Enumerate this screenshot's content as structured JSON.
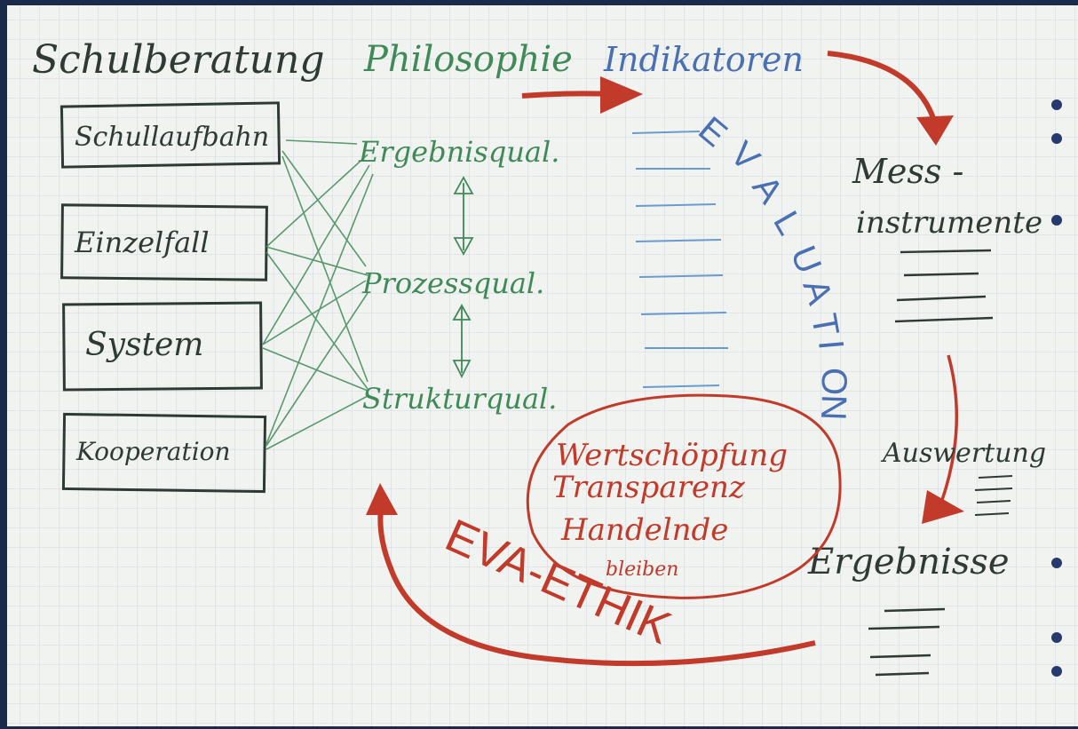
{
  "headings": {
    "schulberatung": "Schulberatung",
    "philosophie": "Philosophie",
    "indikatoren": "Indikatoren"
  },
  "boxes": [
    "Schullaufbahn",
    "Einzelfall",
    "System",
    "Kooperation"
  ],
  "quality": {
    "ergebnis": "Ergebnisqual.",
    "prozess": "Prozessqual.",
    "struktur": "Strukturqual."
  },
  "evaluation_letters": [
    "E",
    "V",
    "A",
    "L",
    "U",
    "A",
    "T",
    "I",
    "O",
    "N"
  ],
  "mess": {
    "line1": "Mess -",
    "line2": "instrumente"
  },
  "auswertung": "Auswertung",
  "ergebnisse": "Ergebnisse",
  "ellipse": {
    "line1": "Wertschöpfung",
    "line2": "Transparenz",
    "line3": "Handelnde",
    "line4": "bleiben"
  },
  "eva_ethik": "EVA-ETHIK",
  "colors": {
    "paper": "#f1f3f1",
    "grid": "#c9cfd6",
    "ink_black": "#2e3a33",
    "ink_green": "#3f8a57",
    "ink_blue": "#4a6fb3",
    "ink_red": "#c23a2a",
    "dot": "#263a6e"
  }
}
